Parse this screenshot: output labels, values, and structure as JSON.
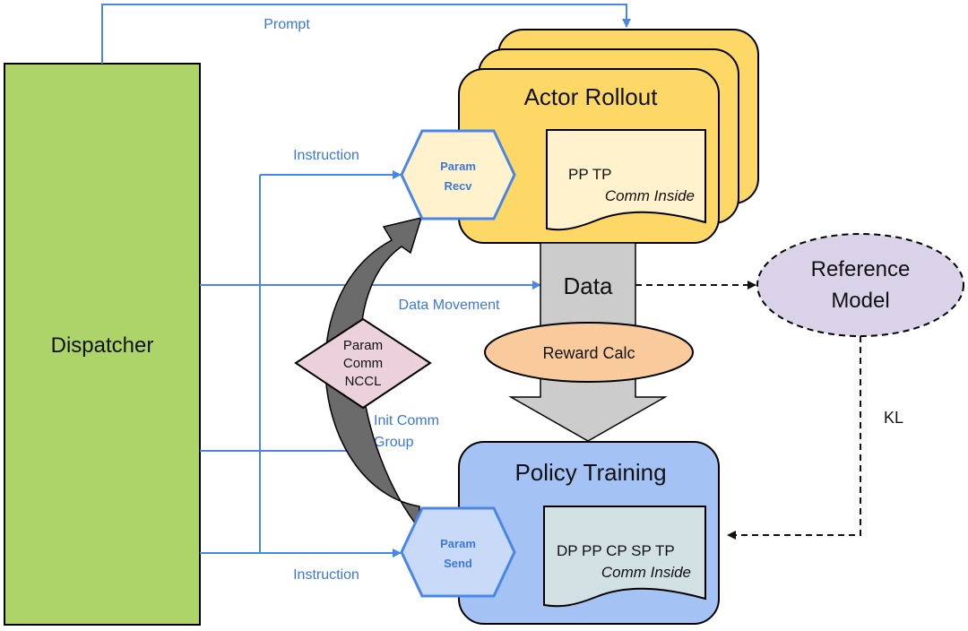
{
  "colors": {
    "dispatcher_fill": "#acd468",
    "rollout_fill": "#fdd866",
    "training_fill": "#a4c2f4",
    "param_recv_fill": "#fff2cc",
    "param_send_fill": "#c9daf8",
    "param_comm_fill": "#ead1dc",
    "reward_fill": "#f9cb9c",
    "reference_fill": "#d9d2e9",
    "data_fill": "#cccccc",
    "rollout_doc_fill": "#fff2cc",
    "training_doc_fill": "#d0e0e3",
    "arrow_blue": "#4a86e8",
    "curved_arrow_fill": "#6b6b6b"
  },
  "nodes": {
    "dispatcher": "Dispatcher",
    "actor_rollout": "Actor Rollout",
    "rollout_doc": {
      "line1": "PP TP",
      "line2": "Comm Inside"
    },
    "param_recv": {
      "line1": "Param",
      "line2": "Recv"
    },
    "data": "Data",
    "reward_calc": "Reward Calc",
    "reference_model": {
      "line1": "Reference",
      "line2": "Model"
    },
    "param_comm": {
      "line1": "Param",
      "line2": "Comm",
      "line3": "NCCL"
    },
    "policy_training": "Policy Training",
    "training_doc": {
      "line1": "DP PP CP SP TP",
      "line2": "Comm Inside"
    },
    "param_send": {
      "line1": "Param",
      "line2": "Send"
    }
  },
  "edges": {
    "prompt": "Prompt",
    "instruction_top": "Instruction",
    "data_movement": "Data Movement",
    "init_comm": {
      "line1": "Init Comm",
      "line2": "Group"
    },
    "instruction_bottom": "Instruction",
    "kl": "KL"
  }
}
